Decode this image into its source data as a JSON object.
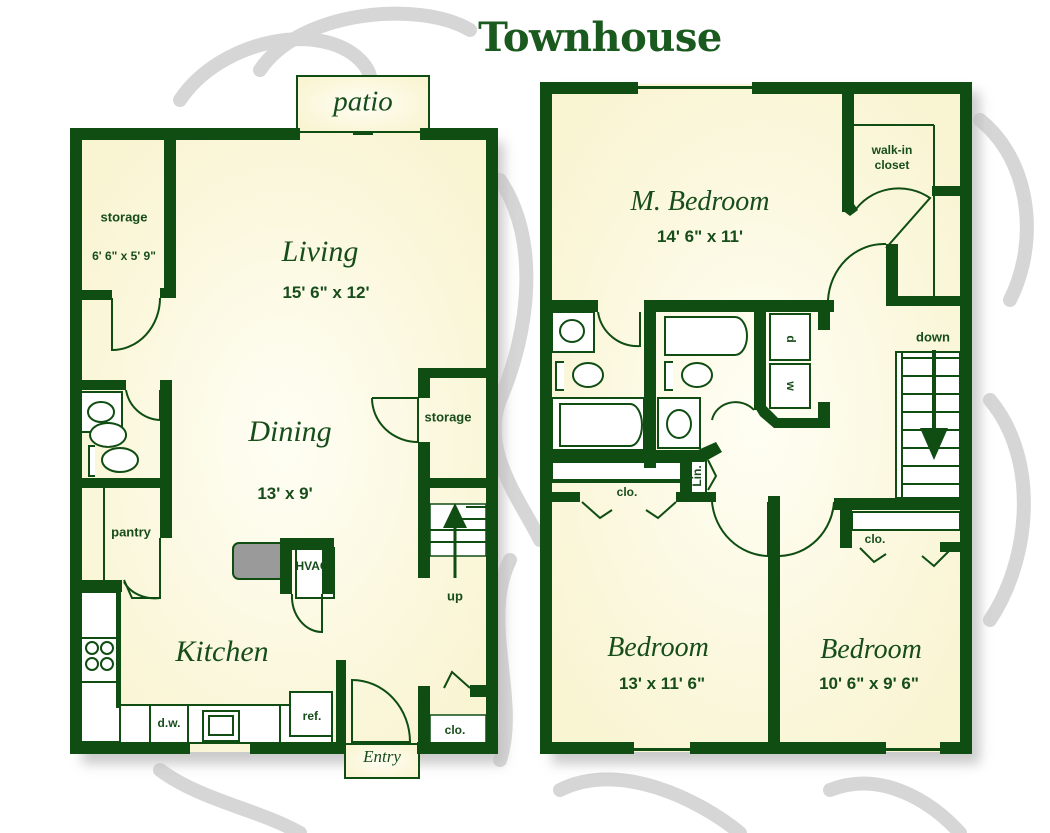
{
  "title": "Townhouse",
  "colors": {
    "wall": "#0f4d12",
    "floor": "#fdfbe6",
    "fixture": "#ffffff",
    "hvac_gray": "#9a9a9a",
    "swirl": "#c8c8c8",
    "shadow": "#d0d0d0",
    "text": "#174d1a"
  },
  "first_floor": {
    "patio": "patio",
    "living": {
      "name": "Living",
      "dims": "15' 6\" x 12'"
    },
    "dining": {
      "name": "Dining",
      "dims": "13' x 9'"
    },
    "kitchen": {
      "name": "Kitchen"
    },
    "storage_left": {
      "name": "storage",
      "dims": "6' 6\" x 5' 9\""
    },
    "storage_right": {
      "name": "storage"
    },
    "pantry": "pantry",
    "hvac": "HVAC",
    "stairs_up": "up",
    "dishwasher": "d.w.",
    "refrigerator": "ref.",
    "closet": "clo.",
    "entry": "Entry"
  },
  "second_floor": {
    "master_bedroom": {
      "name": "M. Bedroom",
      "dims": "14' 6\" x 11'"
    },
    "walk_in_closet": {
      "line1": "walk-in",
      "line2": "closet"
    },
    "bedroom_2": {
      "name": "Bedroom",
      "dims": "13' x 11' 6\""
    },
    "bedroom_3": {
      "name": "Bedroom",
      "dims": "10' 6\" x 9' 6\""
    },
    "stairs_down": "down",
    "dryer": "d",
    "washer": "w",
    "linen": "Lin.",
    "closet_bed2": "clo.",
    "closet_bed3": "clo."
  }
}
